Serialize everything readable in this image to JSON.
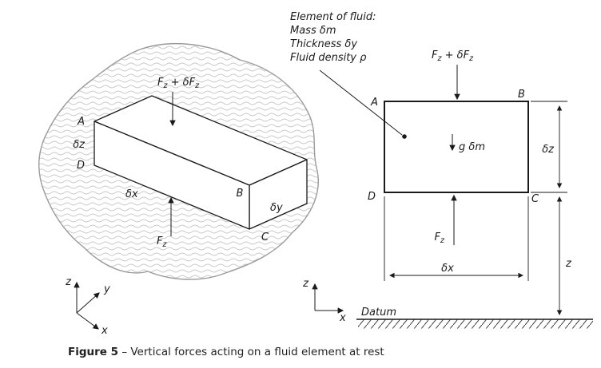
{
  "caption": {
    "figure_label": "Figure 5",
    "text": " – Vertical forces acting on a fluid element at rest"
  },
  "fluid_info": {
    "line1": "Element of fluid:",
    "line2": "Mass δm",
    "line3": "Thickness δy",
    "line4": "Fluid density ρ"
  },
  "labels": {
    "F": "F",
    "sub_z": "z",
    "plus_dF": " + δF",
    "A": "A",
    "B": "B",
    "C": "C",
    "D": "D",
    "delta_x": "δx",
    "delta_y": "δy",
    "delta_z": "δz",
    "g_dm": "g δm",
    "x": "x",
    "y": "y",
    "z": "z",
    "datum": "Datum"
  },
  "colors": {
    "ink": "#1a1a1a",
    "texture": "#c9c9c9"
  }
}
